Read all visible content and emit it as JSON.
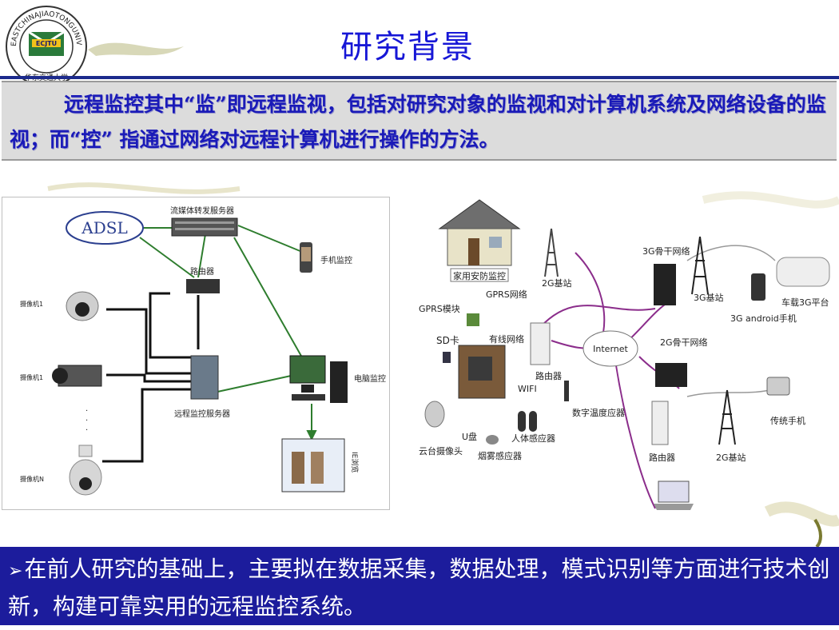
{
  "slide": {
    "title": "研究背景",
    "intro": "远程监控其中“监”即远程监视，包括对研究对象的监视和对计算机系统及网络设备的监视；而“控” 指通过网络对远程计算机进行操作的方法。",
    "bullet_mark": "➢",
    "summary": "在前人研究的基础上，主要拟在数据采集，数据处理，模式识别等方面进行技术创新，构建可靠实用的远程监控系统。"
  },
  "logo": {
    "arc_text": "EASTCHINAJIAOTONGUNIVERSITY",
    "badge": "ECJTU",
    "bottom_text": "华东交通大学"
  },
  "left_diagram": {
    "adsl": "ADSL",
    "server": "流媒体转发服务器",
    "router": "路由器",
    "phone": "手机监控",
    "cam1": "摄像机1",
    "cam2": "摄像机1",
    "camN": "摄像机N",
    "remote_server": "远程监控服务器",
    "pc": "电脑监控",
    "ie": "IE浏览"
  },
  "right_diagram": {
    "home": "家用安防监控",
    "gprs_net": "GPRS网络",
    "gprs_mod": "GPRS模块",
    "base2g_top": "2G基站",
    "backbone3g": "3G骨干网络",
    "base3g": "3G基站",
    "android": "3G android手机",
    "car": "车载3G平台",
    "sd": "SD卡",
    "wired": "有线网络",
    "internet": "Internet",
    "backbone2g": "2G骨干网络",
    "router_r": "路由器",
    "wifi": "WIFI",
    "temp": "数字温度应器",
    "cradle": "云台摄像头",
    "udisk": "U盘",
    "pir": "人体感应器",
    "smoke": "烟雾感应器",
    "router_b": "路由器",
    "base2g_b": "2G基站",
    "phone_t": "传统手机"
  },
  "colors": {
    "title": "#1717d6",
    "intro_text": "#1a1ab8",
    "bottom_bg": "#1c1c9c",
    "link_green": "#2e7d2e",
    "link_purple": "#8b2d8b"
  }
}
